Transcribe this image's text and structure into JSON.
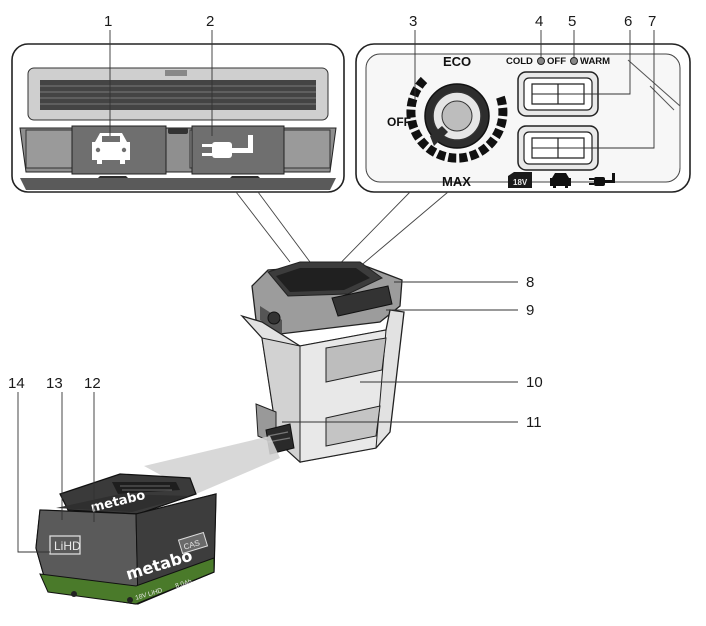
{
  "callouts": [
    "1",
    "2",
    "3",
    "4",
    "5",
    "6",
    "7",
    "8",
    "9",
    "10",
    "11",
    "12",
    "13",
    "14"
  ],
  "control_panel": {
    "eco": "ECO",
    "off": "OFF",
    "max": "MAX",
    "cold": "COLD",
    "mode_off": "OFF",
    "warm": "WARM",
    "battery_badge": "18V"
  },
  "battery": {
    "brand_top": "metabo",
    "brand_side": "metabo",
    "lihd": "LiHD",
    "cas": "CAS",
    "voltage": "18V LiHD",
    "capacity": "8.0Ah"
  },
  "icons": {
    "car": "car-icon",
    "plug": "plug-icon",
    "battery": "battery-18v-icon",
    "knob": "rotary-knob"
  },
  "colors": {
    "dark": "#3a3a3a",
    "mid": "#6b6b6b",
    "light": "#bdbdbd",
    "battery_green": "#4a7a2a"
  }
}
